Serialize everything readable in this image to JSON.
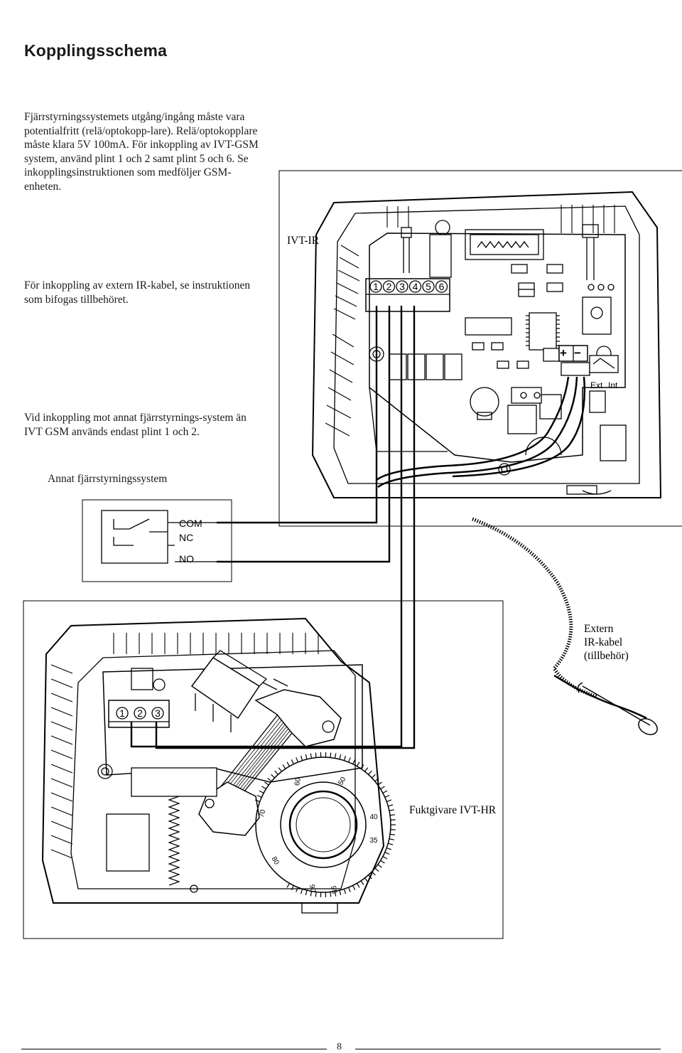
{
  "page": {
    "title": "Kopplingsschema",
    "page_number": "8"
  },
  "text": {
    "p1": "Fjärrstyrningssystemets utgång/ingång måste vara potentialfritt (relä/optokopp-lare). Relä/optokopplare måste klara 5V 100mA. För inkoppling av IVT-GSM system, använd plint 1 och 2 samt plint 5 och 6. Se inkopplingsinstruktionen som medföljer GSM- enheten.",
    "p2": "För inkoppling av extern IR-kabel, se instruktionen som bifogas tillbehöret.",
    "p3": "Vid inkoppling mot annat fjärrstyrnings-system än IVT GSM används endast plint 1 och 2.",
    "p4": "Annat fjärrstyrningssystem"
  },
  "labels": {
    "ivt_ir": "IVT-IR",
    "ext": "Ext",
    "int": "Int",
    "com": "COM",
    "nc": "NC",
    "no": "NO",
    "extern_l1": "Extern",
    "extern_l2": "IR-kabel",
    "extern_l3": "(tillbehör)",
    "fuktgivare": "Fuktgivare IVT-HR",
    "plus": "+",
    "minus": "−"
  },
  "terminals_top": [
    "1",
    "2",
    "3",
    "4",
    "5",
    "6"
  ],
  "terminals_bottom": [
    "1",
    "2",
    "3"
  ],
  "dial_ticks": [
    "90",
    "95",
    "80",
    "70",
    "60",
    "50",
    "40",
    "35"
  ]
}
